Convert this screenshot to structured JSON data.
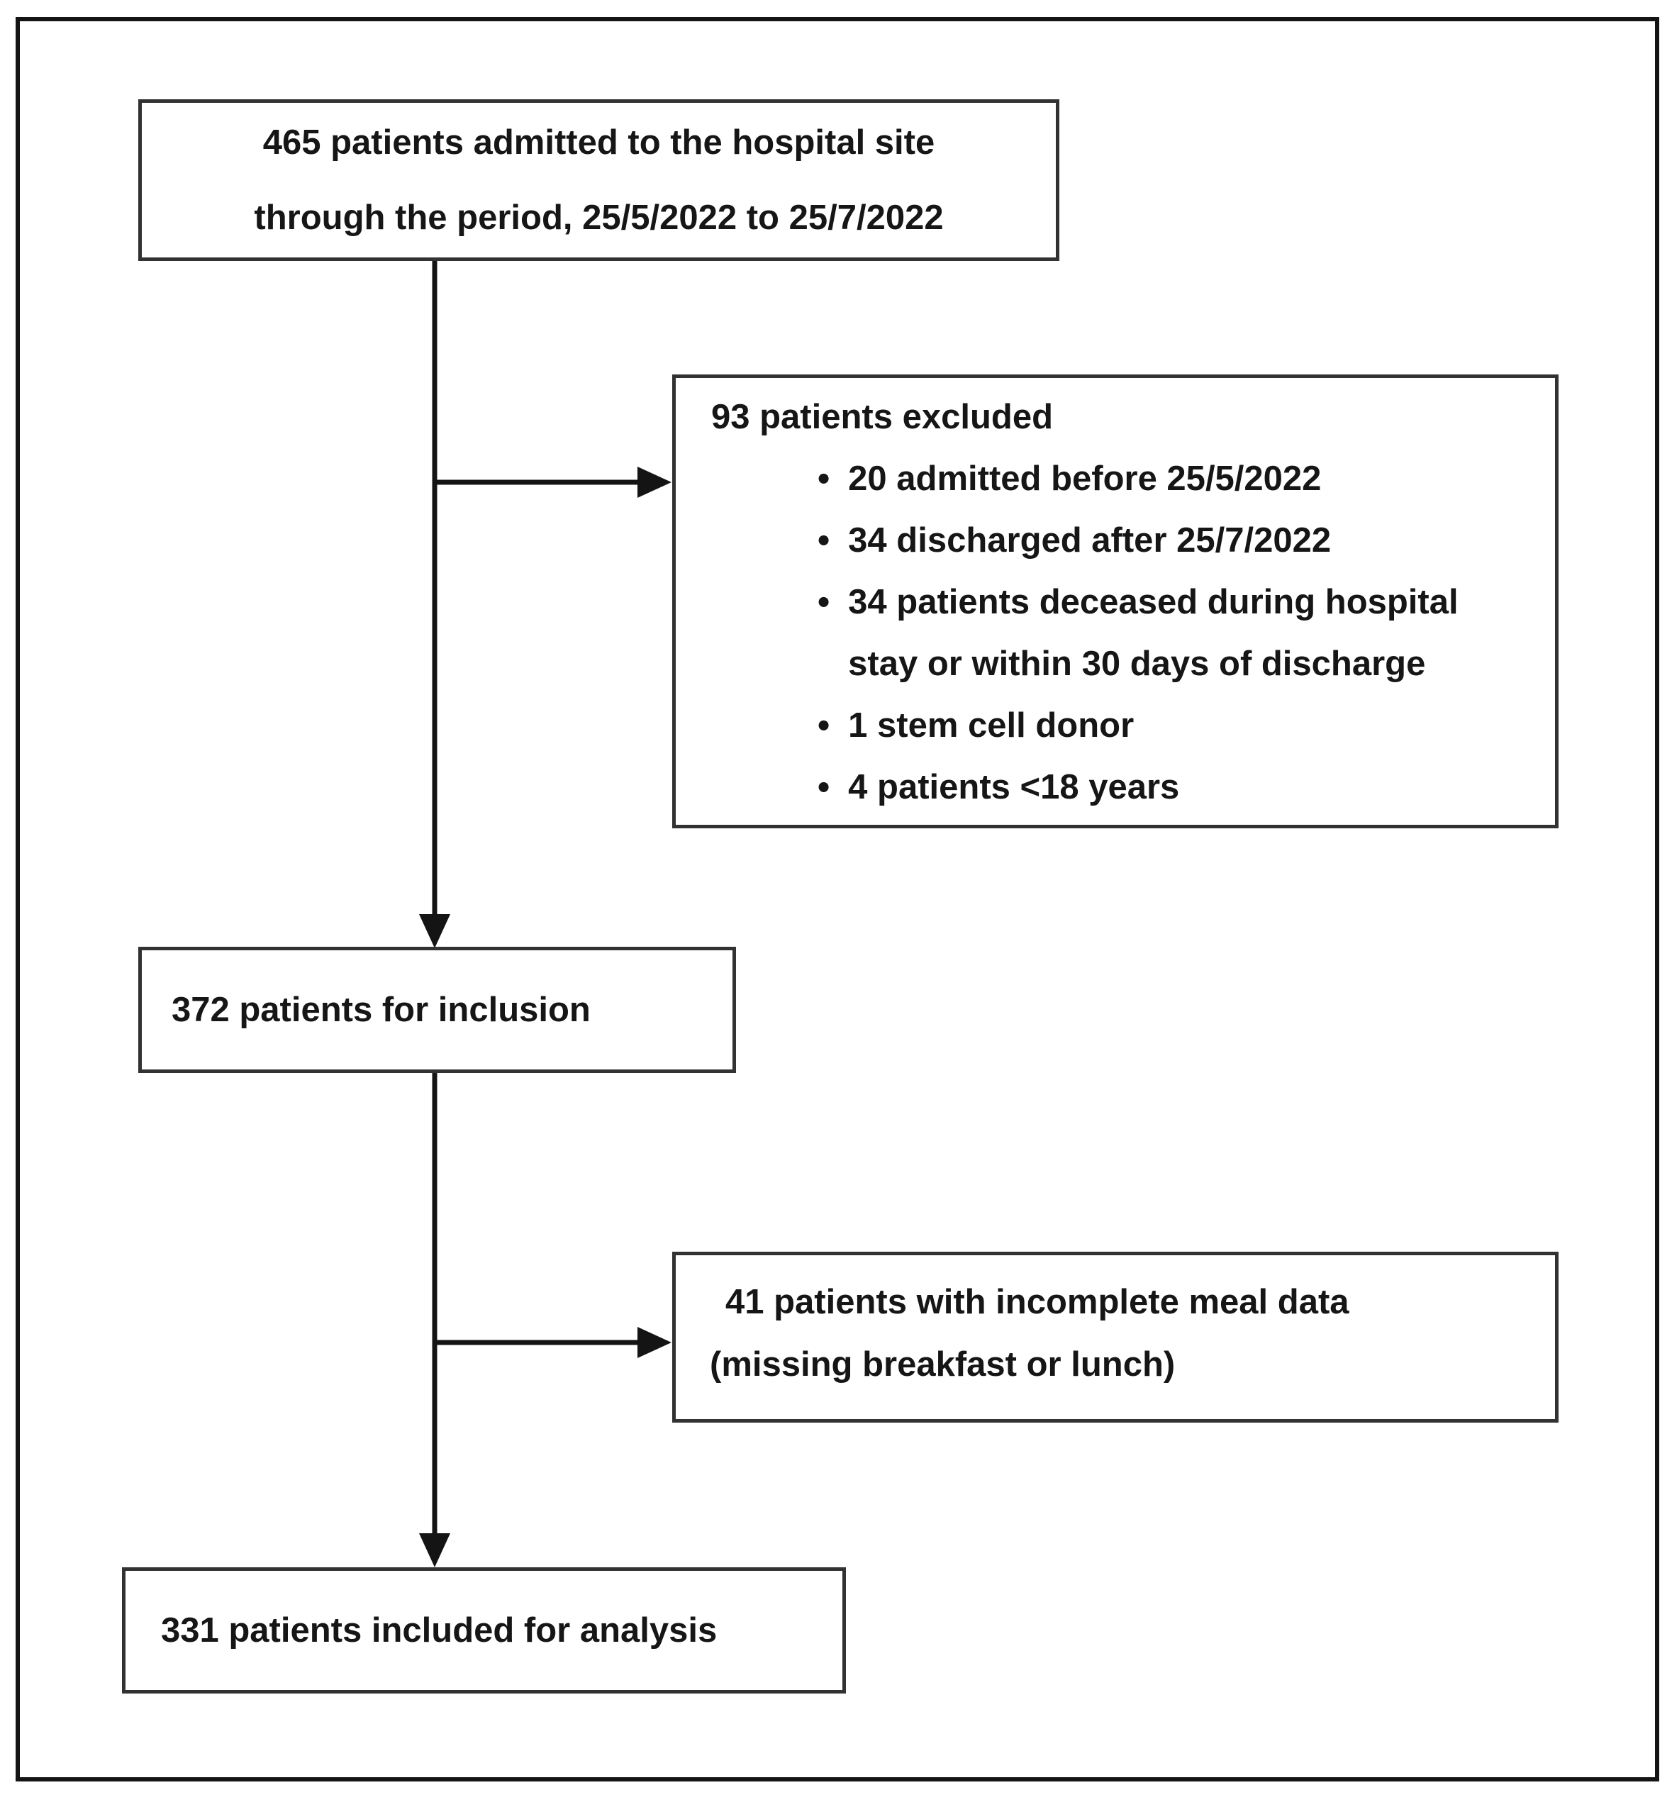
{
  "figure": {
    "background": "#ffffff",
    "ink_color": "#141414",
    "box_border_color": "#323232",
    "bullet_glyph": "•",
    "boxes": {
      "admitted": {
        "lines": [
          "465 patients admitted to the hospital site",
          "through the period, 25/5/2022 to 25/7/2022"
        ]
      },
      "excluded": {
        "title": "93 patients excluded",
        "bullets": [
          {
            "lines": [
              "20 admitted before 25/5/2022"
            ]
          },
          {
            "lines": [
              "34 discharged after 25/7/2022"
            ]
          },
          {
            "lines": [
              "34 patients deceased during hospital",
              "stay or within 30 days of discharge"
            ]
          },
          {
            "lines": [
              "1 stem cell donor"
            ]
          },
          {
            "lines": [
              "4 patients <18 years"
            ]
          }
        ]
      },
      "inclusion": {
        "text": "372 patients for inclusion"
      },
      "incomplete_meal": {
        "lines": [
          "41 patients with incomplete meal data",
          "(missing breakfast or lunch)"
        ]
      },
      "analysis": {
        "text": "331 patients included for analysis"
      }
    }
  }
}
